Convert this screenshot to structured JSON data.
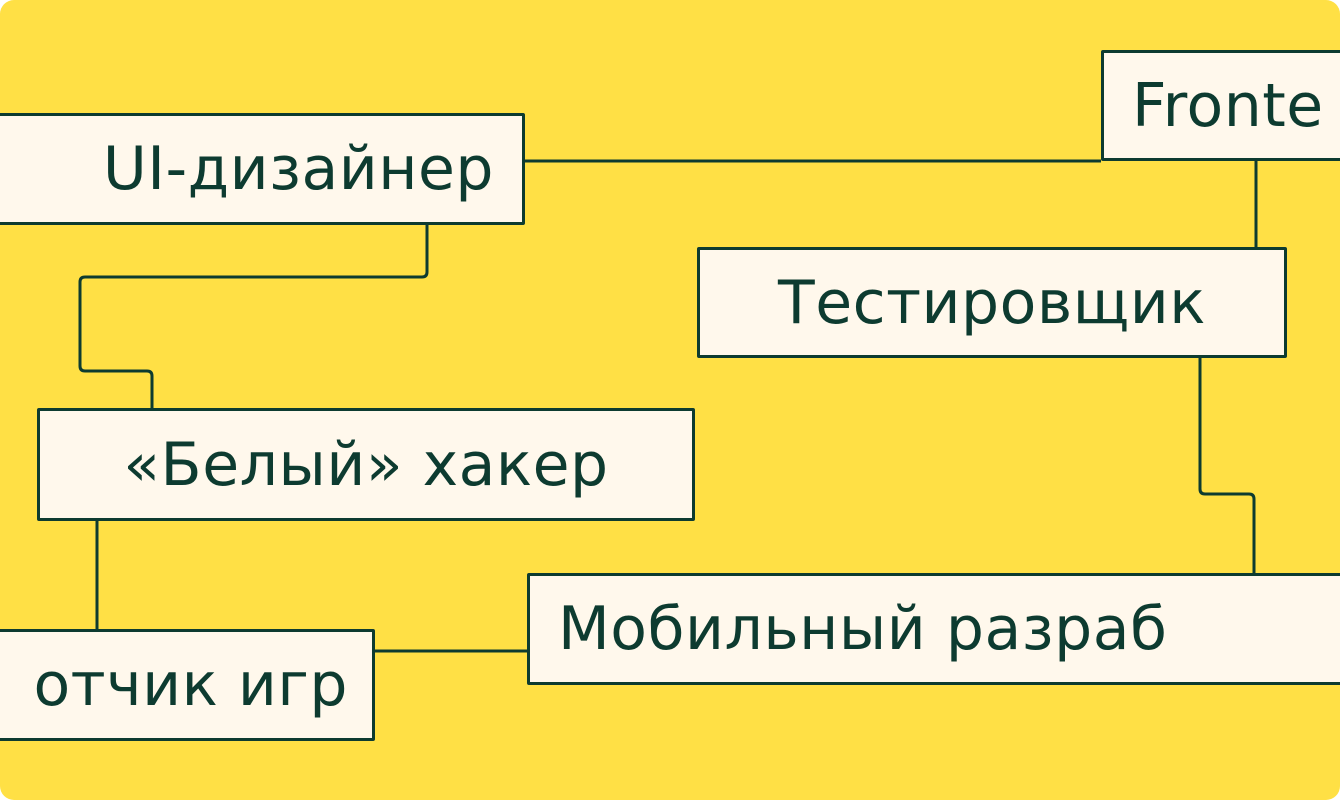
{
  "diagram": {
    "background_color": "#FFE045",
    "node_fill": "#FFF8EC",
    "ink_color": "#0D3B30",
    "nodes": {
      "ui_designer": "UI-дизайнер",
      "frontend": "Fronte",
      "tester": "Тестировщик",
      "white_hacker": "«Белый» хакер",
      "game_developer": "отчик игр",
      "mobile_developer": "Мобильный разраб"
    }
  }
}
